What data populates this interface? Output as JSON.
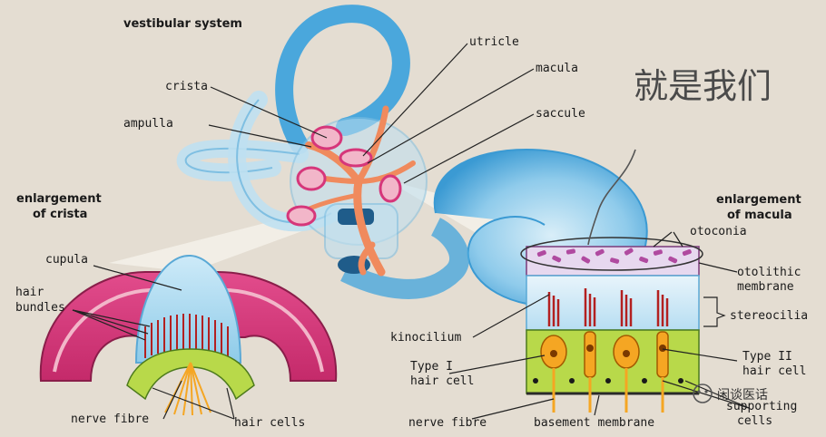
{
  "title": "vestibular system",
  "labels": {
    "utricle": "utricle",
    "macula": "macula",
    "saccule": "saccule",
    "crista": "crista",
    "ampulla": "ampulla",
    "enlargement_crista_line1": "enlargement",
    "enlargement_crista_line2": "of crista",
    "enlargement_macula_line1": "enlargement",
    "enlargement_macula_line2": "of macula",
    "cupula": "cupula",
    "hair_bundles_line1": "hair",
    "hair_bundles_line2": "bundles",
    "nerve_fibre_left": "nerve fibre",
    "hair_cells": "hair cells",
    "otoconia": "otoconia",
    "otolithic_line1": "otolithic",
    "otolithic_line2": "membrane",
    "stereocilia": "stereocilia",
    "kinocilium": "kinocilium",
    "type1_line1": "Type I",
    "type1_line2": "hair cell",
    "type2_line1": "Type II",
    "type2_line2": "hair cell",
    "supporting_line1": "supporting",
    "supporting_line2": "cells",
    "nerve_fibre_right": "nerve fibre",
    "basement_membrane": "basement membrane"
  },
  "handwriting": "就是我们",
  "watermark": "闲谈医话",
  "colors": {
    "background": "#e4ddd2",
    "canal_blue": "#4aa7dc",
    "canal_light": "#bfe0f1",
    "orange_nerve": "#f08a5d",
    "crista_pink": "#d6367a",
    "crista_light": "#f2b6c9",
    "cupula_blue": "#a8d8f0",
    "hair_red": "#b32020",
    "otoconia_purple": "#b04aa0",
    "cell_green": "#b8d94a",
    "cell_orange": "#f5a623"
  }
}
